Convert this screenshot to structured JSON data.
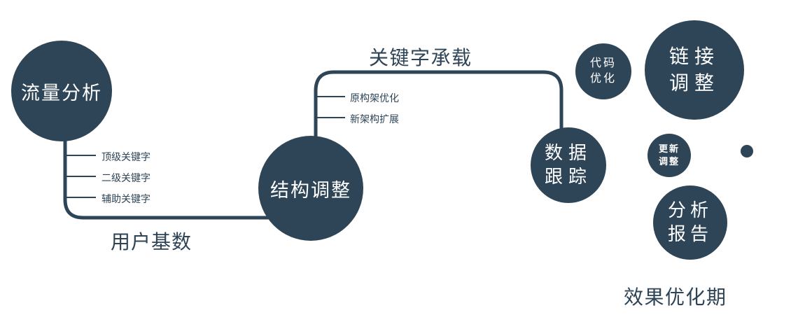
{
  "colors": {
    "primary": "#2e4557",
    "text_dark": "#2e4456",
    "white": "#ffffff"
  },
  "nodes": {
    "traffic": {
      "label": "流量分析"
    },
    "structure": {
      "label": "结构调整"
    },
    "data_tracking": {
      "line1": "数据",
      "line2": "跟踪"
    },
    "code_optimization": {
      "line1": "代码",
      "line2": "优化"
    },
    "link_adjustment": {
      "line1": "链接",
      "line2": "调整"
    },
    "update_adjustment": {
      "line1": "更新",
      "line2": "调整"
    },
    "analysis_report": {
      "line1": "分析",
      "line2": "报告"
    }
  },
  "labels": {
    "keyword_carry": "关键字承载",
    "user_base": "用户基数",
    "phase": "效果优化期",
    "traffic_ticks": [
      "顶级关键字",
      "二级关键字",
      "辅助关键字"
    ],
    "structure_ticks": [
      "原构架优化",
      "新架构扩展"
    ]
  }
}
